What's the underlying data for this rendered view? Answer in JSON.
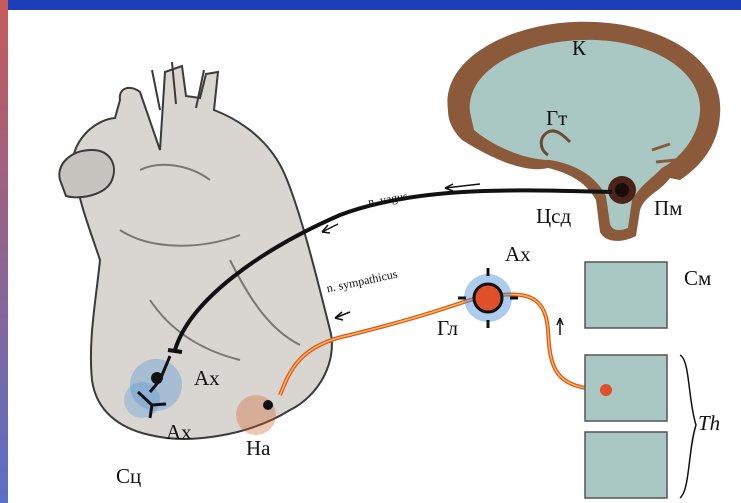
{
  "labels": {
    "cortex": "К",
    "hypothalamus": "Гт",
    "medulla": "Пм",
    "cardio_center": "Цсд",
    "ach_top": "Ах",
    "ach_left_1": "Ах",
    "ach_left_2": "Ах",
    "ganglion": "Гл",
    "spinal_cord": "См",
    "noradrenaline": "На",
    "heart": "Сц",
    "thoracic": "Th"
  },
  "nerves": {
    "vagus": "n. vagus",
    "sympathicus": "n. sympathicus"
  },
  "colors": {
    "frame": "#1a3fb8",
    "brain_fill": "#a9c8c4",
    "brain_cortex": "#8a5a3a",
    "vagus_line": "#111111",
    "sympathetic_line": "#e0502a",
    "heart_fill": "#d9d6d2",
    "ach_dots": "#4a8fd8",
    "na_dots": "#d0602a"
  }
}
